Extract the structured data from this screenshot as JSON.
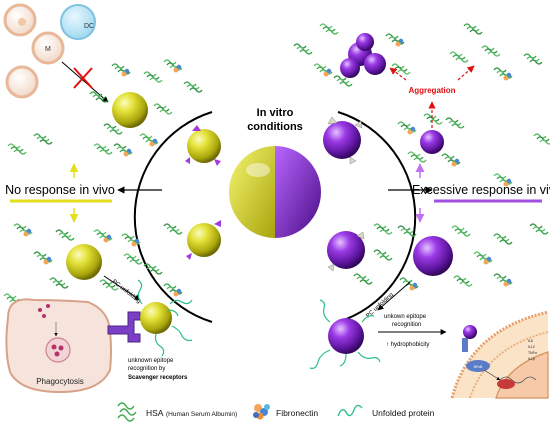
{
  "center": {
    "title_line1": "In vitro",
    "title_line2": "conditions"
  },
  "left_response": "No response in vivo",
  "right_response": "Excessive response in vivo",
  "aggregation": "Aggregation",
  "cells": {
    "macrophage": "M",
    "dendritic": "DC"
  },
  "left_bottom": {
    "pc_unfolding": "PC unfolding",
    "recognition_line1": "unknown epitope",
    "recognition_line2": "recognition by",
    "recognition_line3": "Scavenger receptors",
    "phagocytosis": "Phagocytosis"
  },
  "right_bottom": {
    "pc_unfolding": "PC unfolding",
    "recognition_line1": "unkown epitope",
    "recognition_line2": "recognition",
    "hydrophobicity": "↑ hydrophobicity",
    "nfkb": "NFκB",
    "cytokines": [
      "IL6",
      "IL12",
      "TNFα",
      "IL1β"
    ]
  },
  "legend": {
    "hsa_label": "HSA",
    "hsa_detail": "(Human Serum Albumin)",
    "fibronectin": "Fibronectin",
    "unfolded": "Unfolded protein"
  },
  "colors": {
    "yellow": "#d9d81a",
    "purple": "#8a2bd8",
    "green_protein": "#3aa84a",
    "aggregation_red": "#e01010",
    "yellow_line": "#e2df1e",
    "purple_line": "#a24fe0"
  }
}
